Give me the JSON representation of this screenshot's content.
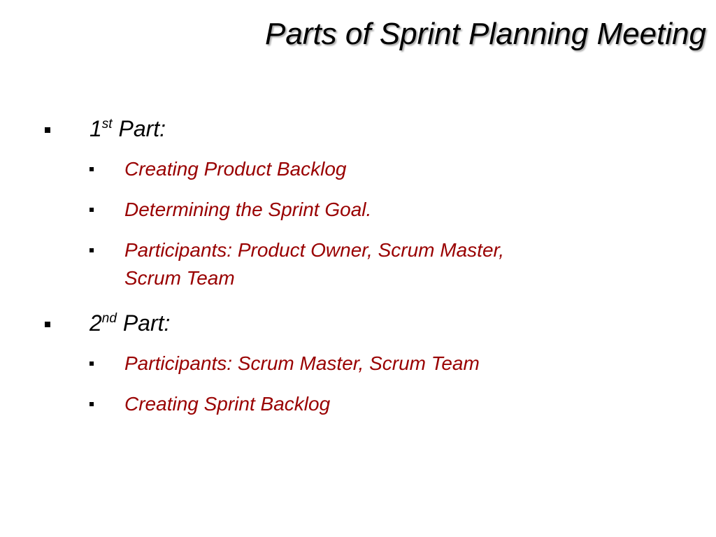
{
  "slide": {
    "title": "Parts of Sprint Planning Meeting",
    "colors": {
      "primary_text": "#000000",
      "sub_text": "#990000",
      "background": "#ffffff"
    },
    "sections": [
      {
        "number": "1",
        "suffix": "st",
        "label": "Part:",
        "items": [
          "Creating Product Backlog",
          "Determining the Sprint Goal.",
          "Participants: Product Owner, Scrum Master,",
          "Scrum Team"
        ]
      },
      {
        "number": "2",
        "suffix": "nd",
        "label": "Part:",
        "items": [
          "Participants: Scrum Master, Scrum Team",
          "Creating Sprint Backlog"
        ]
      }
    ]
  }
}
